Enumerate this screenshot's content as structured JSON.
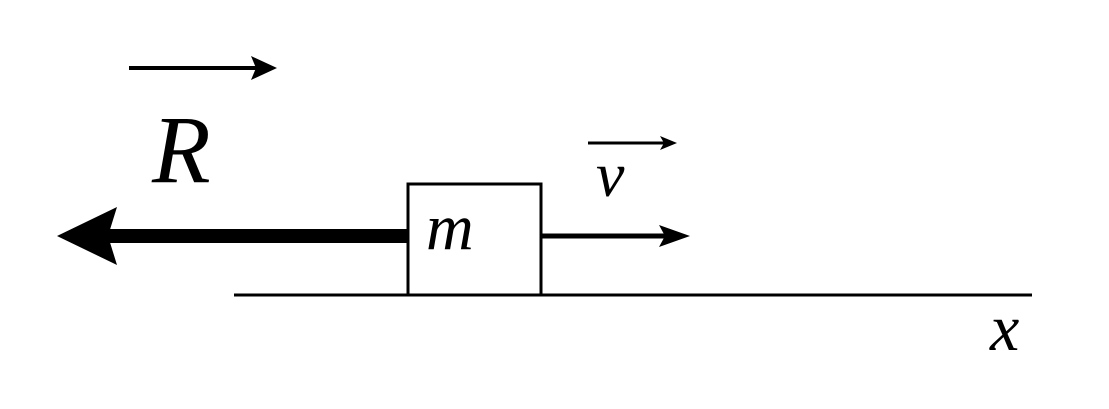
{
  "diagram": {
    "labels": {
      "force": "R",
      "velocity": "v",
      "mass": "m",
      "axis": "x"
    },
    "colors": {
      "ink": "#000000",
      "background": "#ffffff"
    }
  }
}
